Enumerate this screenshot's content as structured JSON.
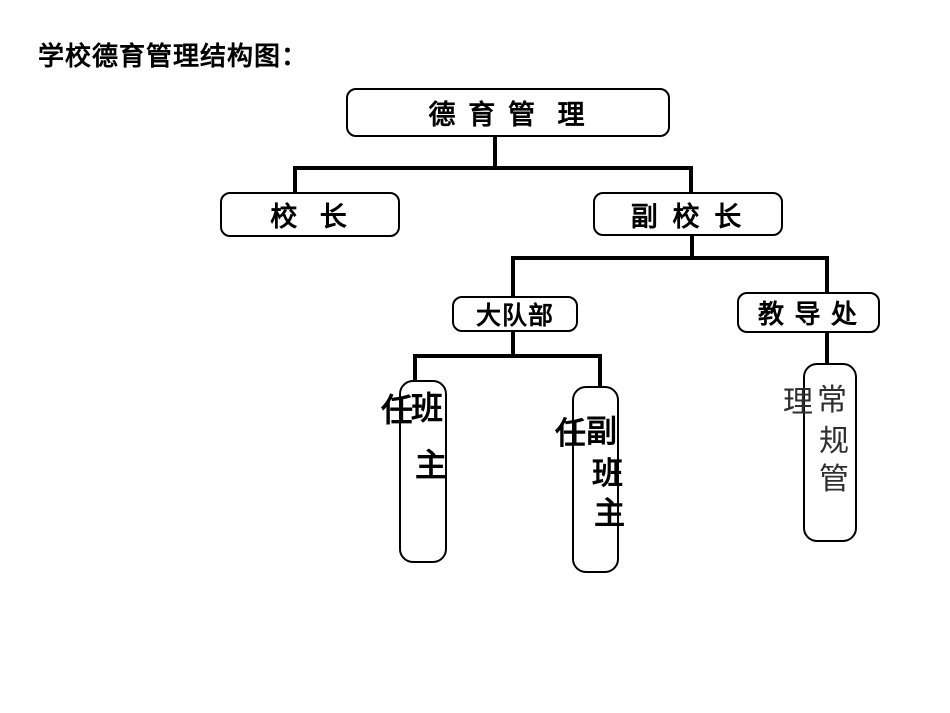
{
  "title": "学校德育管理结构图：",
  "colors": {
    "background": "#ffffff",
    "line": "#000000",
    "box_border": "#000000",
    "text": "#000000",
    "routine_text": "#2e2e2e"
  },
  "nodes": {
    "root": {
      "label": "德 育 管  理"
    },
    "principal": {
      "label": "校  长"
    },
    "vice_principal": {
      "label": "副 校 长"
    },
    "brigade": {
      "label": "大队部"
    },
    "guidance_office": {
      "label": "教 导 处"
    },
    "head_teacher": {
      "reading": "班主任",
      "side_char": "任",
      "column_chars": [
        "班",
        "主"
      ]
    },
    "deputy_head_teacher": {
      "reading": "副班主任",
      "side_char": "任",
      "column_chars": [
        "副",
        "班",
        "主"
      ]
    },
    "routine_management": {
      "reading": "常规管理",
      "side_char": "理",
      "column_chars": [
        "常",
        "规",
        "管"
      ]
    }
  },
  "edges": [
    [
      "德育管理",
      "校长"
    ],
    [
      "德育管理",
      "副校长"
    ],
    [
      "副校长",
      "大队部"
    ],
    [
      "副校长",
      "教导处"
    ],
    [
      "大队部",
      "班主任"
    ],
    [
      "大队部",
      "副班主任"
    ],
    [
      "教导处",
      "常规管理"
    ]
  ]
}
